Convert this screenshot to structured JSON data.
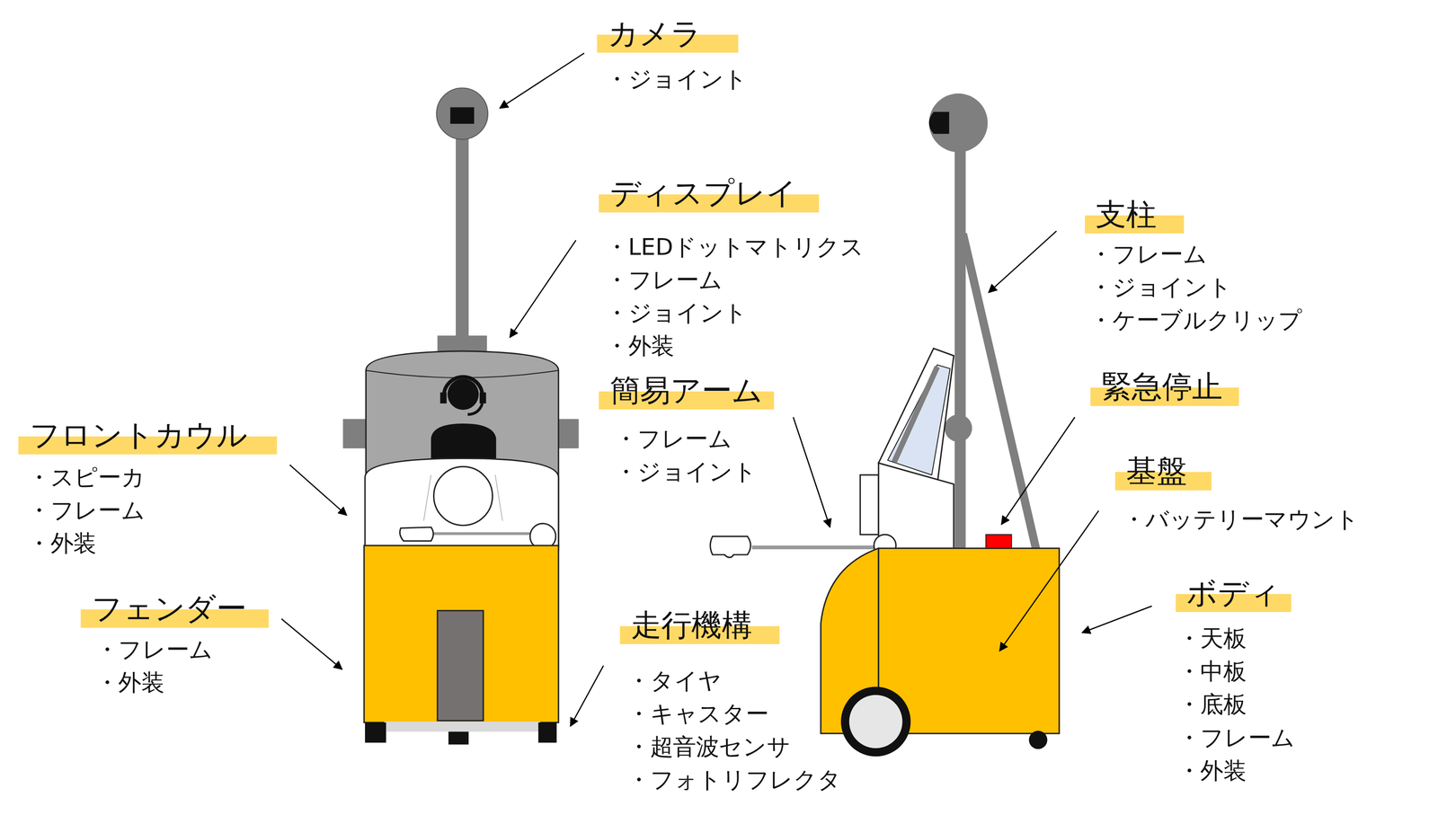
{
  "diagram": {
    "nodes": [
      {
        "text": [
          "カメラ"
        ]
      },
      {
        "text": [
          "ディスプレイ"
        ]
      },
      {
        "text": [
          "支柱"
        ]
      },
      {
        "text": [
          "簡易アーム"
        ]
      },
      {
        "text": [
          "緊急停止"
        ]
      },
      {
        "text": [
          "フロントカウル"
        ]
      },
      {
        "text": [
          "基盤"
        ]
      },
      {
        "text": [
          "ボディ"
        ]
      },
      {
        "text": [
          "フェンダー"
        ]
      },
      {
        "text": [
          "走行機構"
        ]
      }
    ],
    "labels": [
      "・ジョイント",
      "・LEDドットマトリクス",
      "・フレーム",
      "・ジョイント",
      "・外装",
      "・フレーム",
      "・ジョイント",
      "・ケーブルクリップ",
      "・フレーム",
      "・ジョイント",
      "・スピーカ",
      "・フレーム",
      "・外装",
      "・バッテリーマウント",
      "・天板",
      "・中板",
      "・底板",
      "・フレーム",
      "・外装",
      "・フレーム",
      "・外装",
      "・タイヤ",
      "・キャスター",
      "・超音波センサ",
      "・フォトリフレクタ"
    ]
  }
}
